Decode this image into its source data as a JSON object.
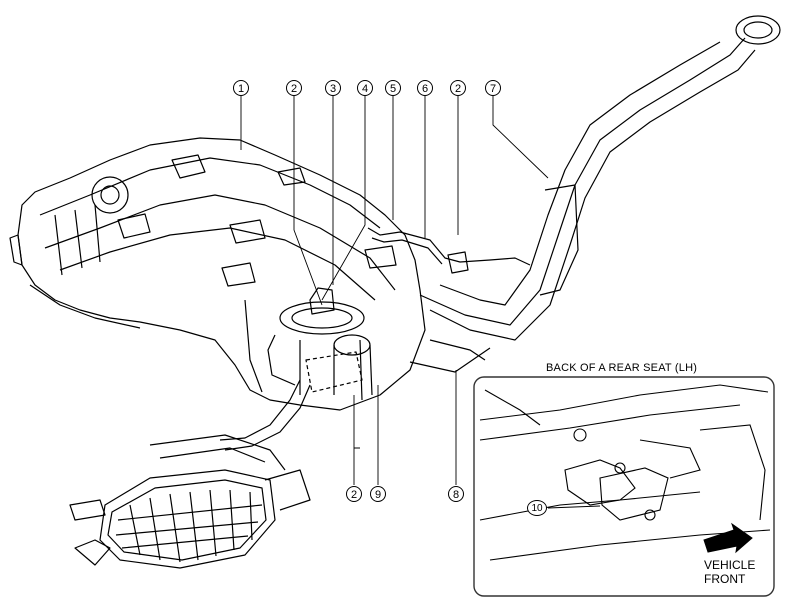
{
  "callouts": {
    "c1": "1",
    "c2a": "2",
    "c3": "3",
    "c4": "4",
    "c5": "5",
    "c6": "6",
    "c2b": "2",
    "c7": "7",
    "c2c": "2",
    "c9": "9",
    "c8": "8",
    "c10": "10"
  },
  "inset": {
    "title": "BACK OF A REAR SEAT (LH)",
    "direction_label_line1": "VEHICLE",
    "direction_label_line2": "FRONT"
  },
  "colors": {
    "ink": "#000000",
    "paper": "#ffffff",
    "inset_border": "#333333"
  }
}
